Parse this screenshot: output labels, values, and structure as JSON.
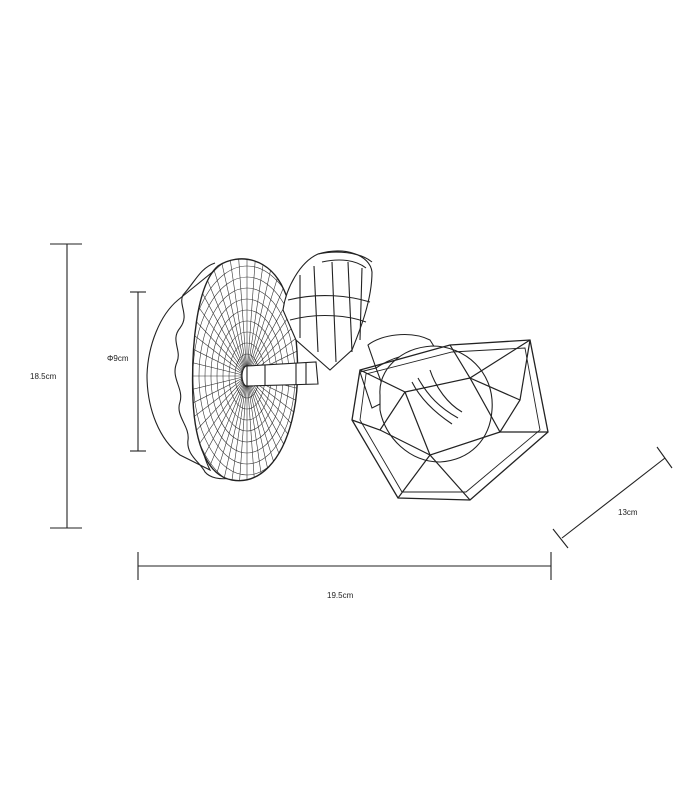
{
  "dimensions": {
    "height": "18.5cm",
    "diameter": "Φ9cm",
    "width": "19.5cm",
    "depth": "13cm"
  },
  "colors": {
    "line": "#222222",
    "background": "#ffffff"
  }
}
